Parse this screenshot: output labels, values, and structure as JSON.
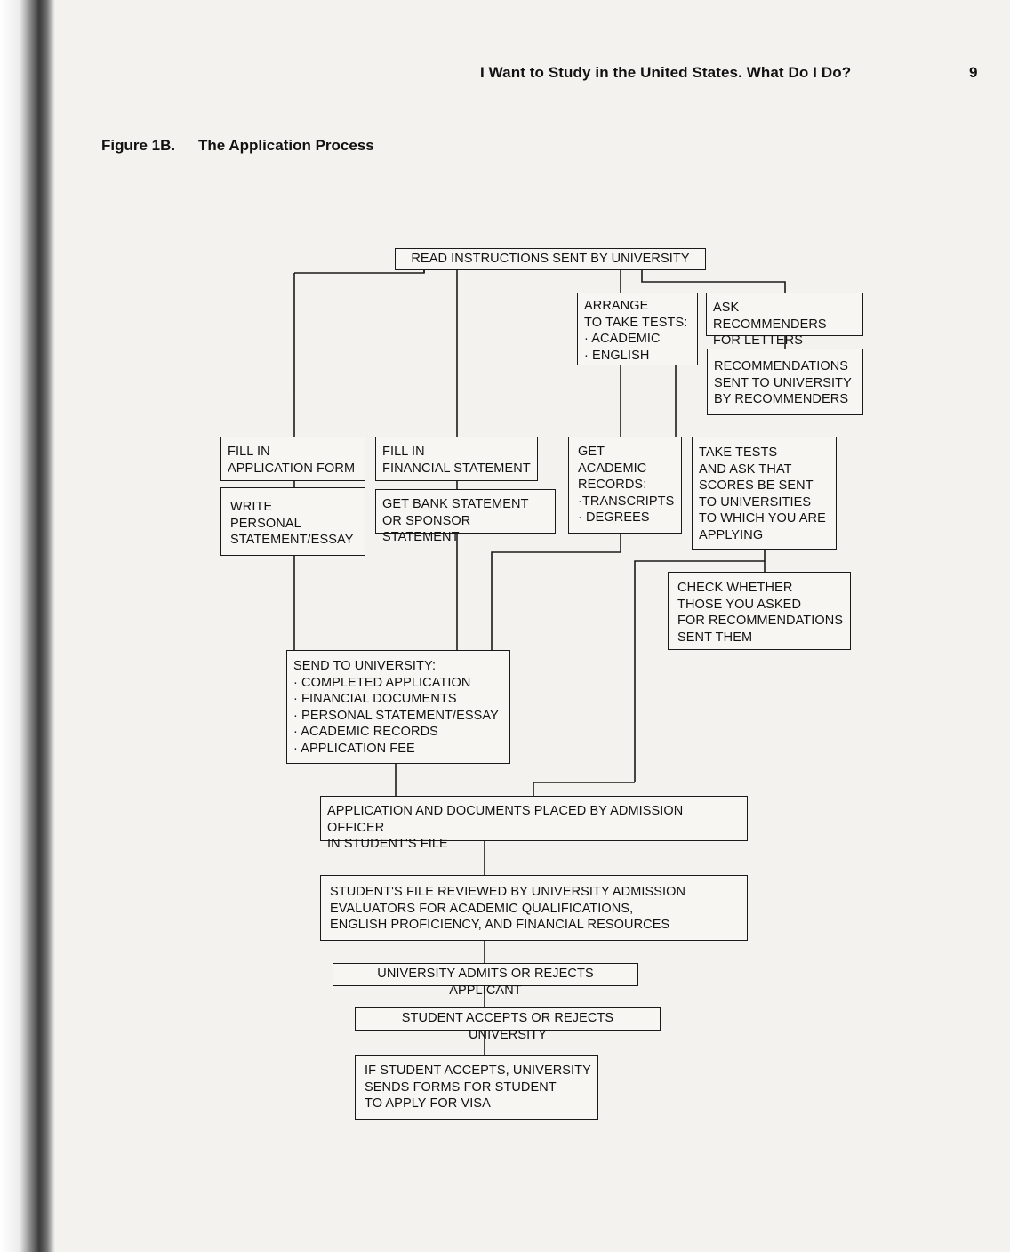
{
  "header": {
    "title": "I Want to Study in the United States. What Do I Do?",
    "page_number": "9"
  },
  "figure": {
    "label": "Figure 1B.",
    "title": "The Application Process"
  },
  "boxes": {
    "read_instructions": "READ INSTRUCTIONS SENT BY UNIVERSITY",
    "arrange_tests": "ARRANGE\nTO TAKE TESTS:\n· ACADEMIC\n· ENGLISH",
    "ask_recommenders": "ASK RECOMMENDERS\nFOR LETTERS",
    "recommendations_sent": "RECOMMENDATIONS\nSENT TO UNIVERSITY\nBY RECOMMENDERS",
    "fill_application": "FILL IN\nAPPLICATION FORM",
    "fill_financial": "FILL IN\nFINANCIAL STATEMENT",
    "get_academic_records": "GET\nACADEMIC\nRECORDS:\n·TRANSCRIPTS\n· DEGREES",
    "take_tests": "TAKE TESTS\nAND ASK THAT\nSCORES BE SENT\nTO UNIVERSITIES\nTO WHICH YOU ARE\nAPPLYING",
    "write_personal_statement": "WRITE\nPERSONAL\nSTATEMENT/ESSAY",
    "get_bank_statement": "GET BANK STATEMENT\nOR SPONSOR STATEMENT",
    "check_recommendations": "CHECK WHETHER\nTHOSE YOU ASKED\nFOR RECOMMENDATIONS\nSENT THEM",
    "send_to_university": "SEND TO UNIVERSITY:\n· COMPLETED APPLICATION\n· FINANCIAL DOCUMENTS\n· PERSONAL STATEMENT/ESSAY\n· ACADEMIC RECORDS\n· APPLICATION FEE",
    "documents_placed": "APPLICATION AND DOCUMENTS PLACED BY ADMISSION OFFICER\nIN STUDENT'S FILE",
    "file_reviewed": "STUDENT'S FILE REVIEWED BY UNIVERSITY ADMISSION\nEVALUATORS FOR ACADEMIC QUALIFICATIONS,\nENGLISH PROFICIENCY, AND FINANCIAL RESOURCES",
    "university_admits": "UNIVERSITY ADMITS OR REJECTS APPLICANT",
    "student_accepts": "STUDENT ACCEPTS OR REJECTS UNIVERSITY",
    "visa_forms": "IF STUDENT ACCEPTS, UNIVERSITY\nSENDS FORMS FOR STUDENT\nTO APPLY FOR VISA"
  }
}
